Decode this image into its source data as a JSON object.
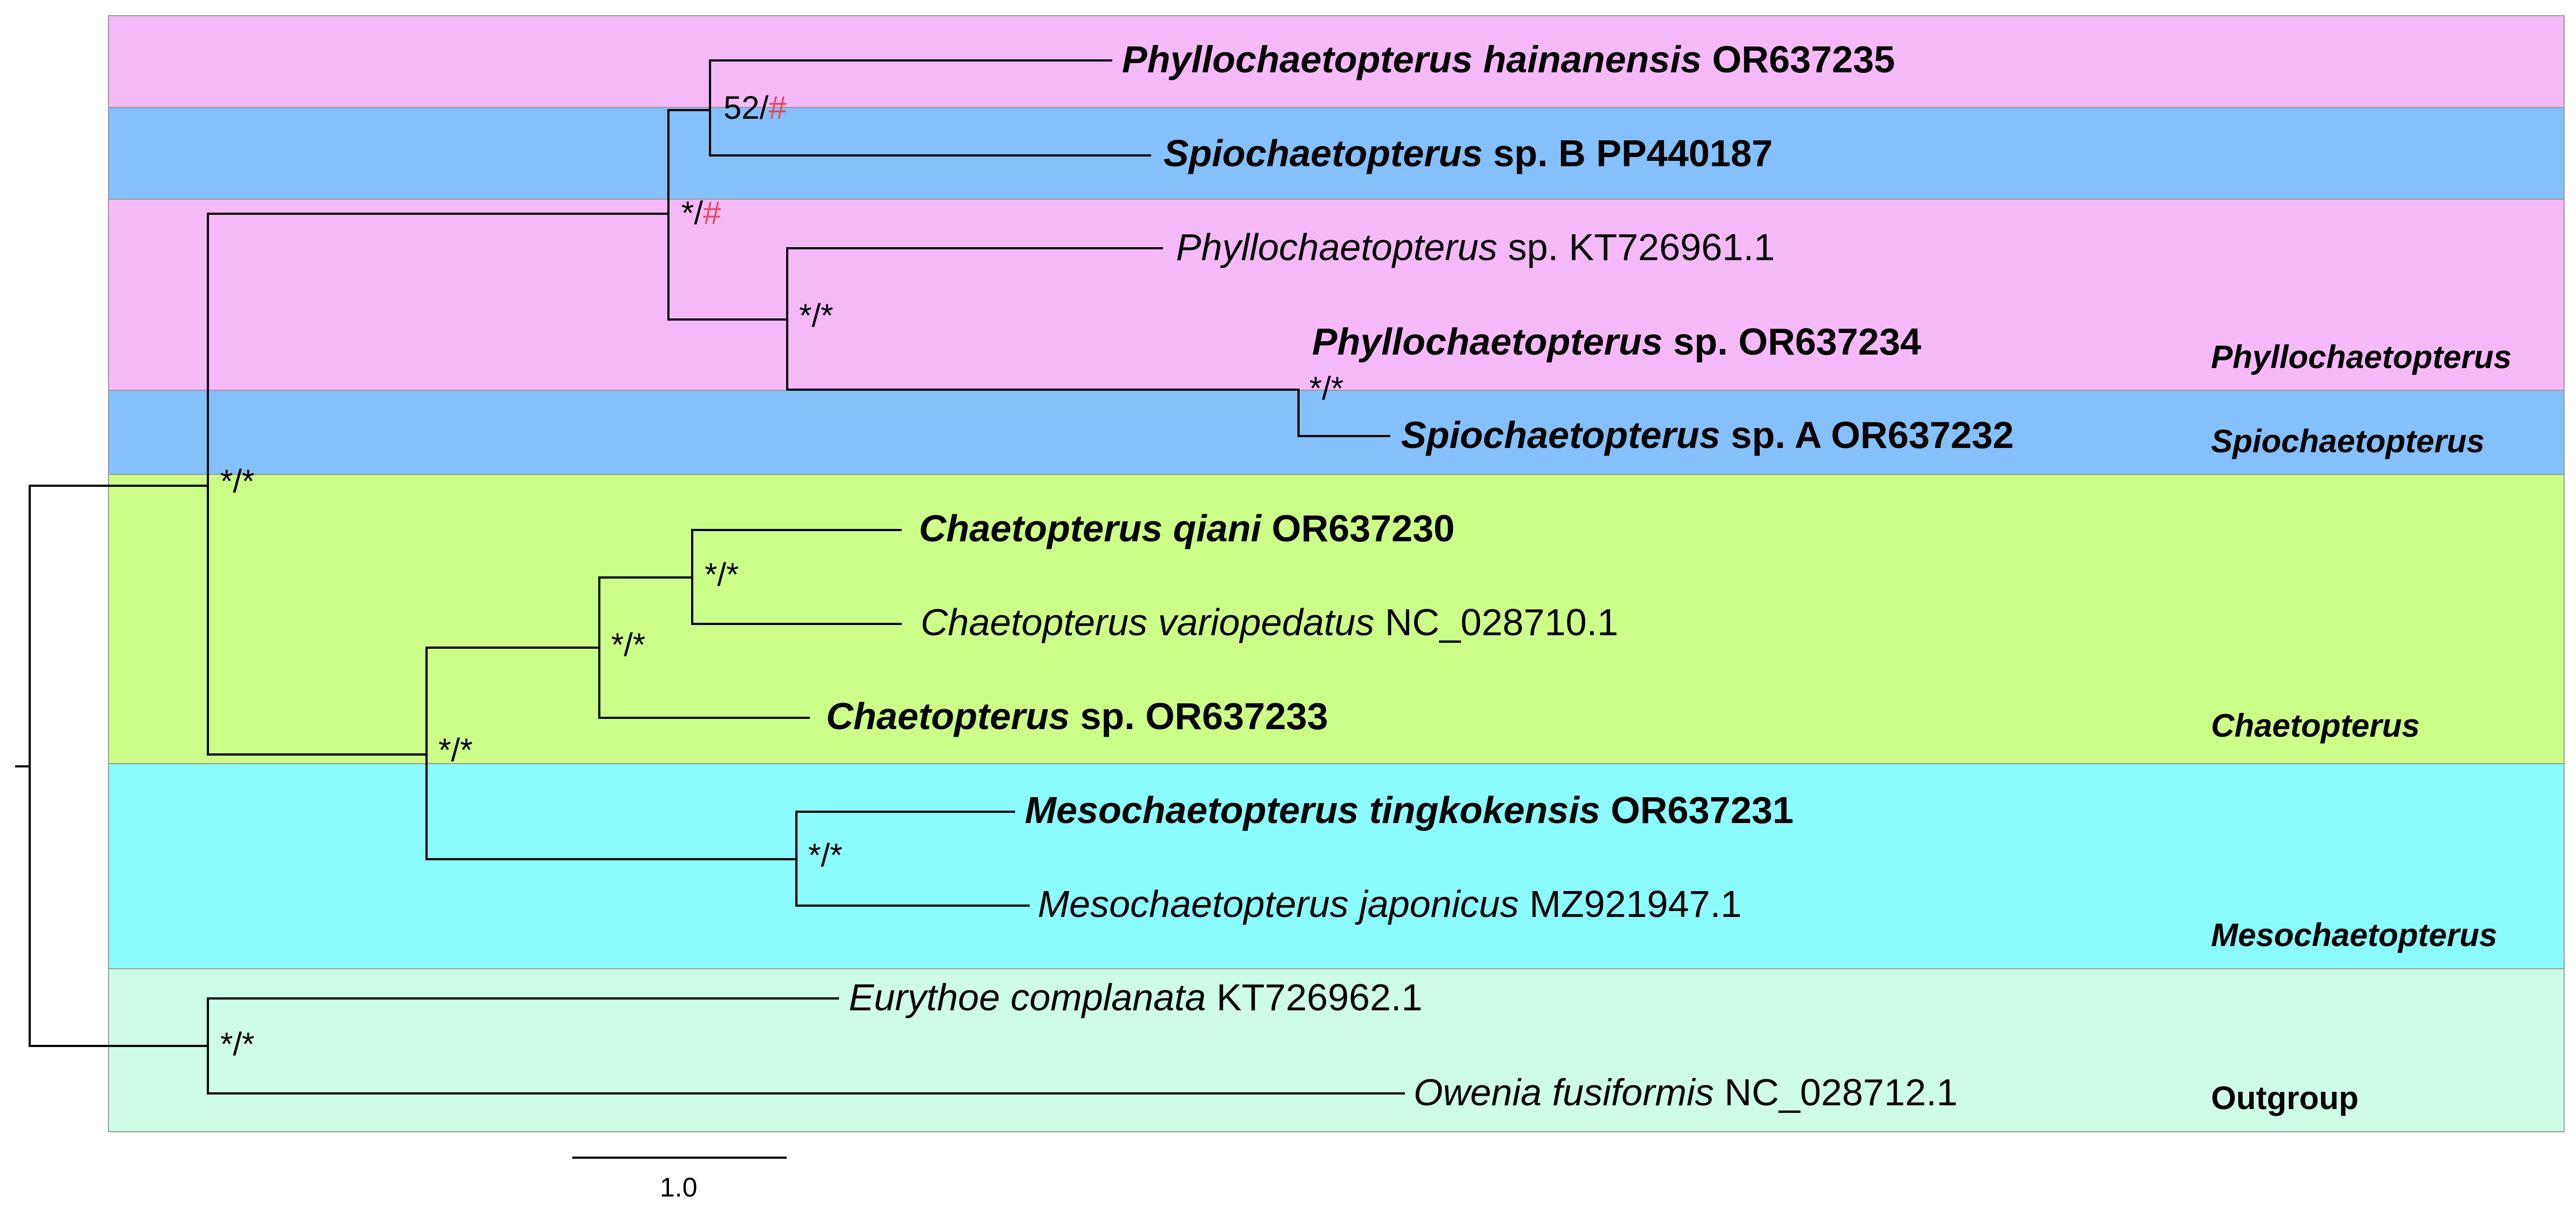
{
  "tips": [
    {
      "genus": "Phyllochaetopterus hainanensis",
      "accession": "OR637235",
      "bold": true
    },
    {
      "genus": "Spiochaetopterus",
      "accession": "sp. B PP440187",
      "bold": true
    },
    {
      "genus": "Phyllochaetopterus",
      "accession": "sp. KT726961.1",
      "bold": false
    },
    {
      "genus": "Phyllochaetopterus",
      "accession": "sp. OR637234",
      "bold": true
    },
    {
      "genus": "Spiochaetopterus",
      "accession": "sp. A OR637232",
      "bold": true
    },
    {
      "genus": "Chaetopterus qiani",
      "accession": "OR637230",
      "bold": true
    },
    {
      "genus": "Chaetopterus variopedatus",
      "accession": "NC_028710.1",
      "bold": false
    },
    {
      "genus": "Chaetopterus",
      "accession": "sp. OR637233",
      "bold": true
    },
    {
      "genus": "Mesochaetopterus tingkokensis",
      "accession": "OR637231",
      "bold": true
    },
    {
      "genus": "Mesochaetopterus japonicus",
      "accession": "MZ921947.1",
      "bold": false
    },
    {
      "genus": "Eurythoe complanata",
      "accession": "KT726962.1",
      "bold": false
    },
    {
      "genus": "Owenia fusiformis",
      "accession": "NC_028712.1",
      "bold": false
    }
  ],
  "supports": [
    {
      "first": "52/",
      "second": "#",
      "second_red": true
    },
    {
      "first": "*/",
      "second": "#",
      "second_red": true
    },
    {
      "first": "*/",
      "second": "*",
      "second_red": false
    },
    {
      "first": "*/",
      "second": "*",
      "second_red": false
    },
    {
      "first": "*/",
      "second": "*",
      "second_red": false
    },
    {
      "first": "*/",
      "second": "*",
      "second_red": false
    },
    {
      "first": "*/",
      "second": "*",
      "second_red": false
    },
    {
      "first": "*/",
      "second": "*",
      "second_red": false
    },
    {
      "first": "*/",
      "second": "*",
      "second_red": false
    },
    {
      "first": "*/",
      "second": "*",
      "second_red": false
    }
  ],
  "groups": {
    "phyllochaetopterus": "Phyllochaetopterus",
    "spiochaetopterus": "Spiochaetopterus",
    "chaetopterus": "Chaetopterus",
    "mesochaetopterus": "Mesochaetopterus",
    "outgroup": "Outgroup"
  },
  "scale_bar": {
    "label": "1.0",
    "value": 1.0
  },
  "colors": {
    "pink": "#f6b9f8",
    "blue": "#84c0fb",
    "green": "#cdfd89",
    "cyan": "#8cfbfd",
    "mint": "#cdfde8",
    "support_red": "#f0415a"
  }
}
